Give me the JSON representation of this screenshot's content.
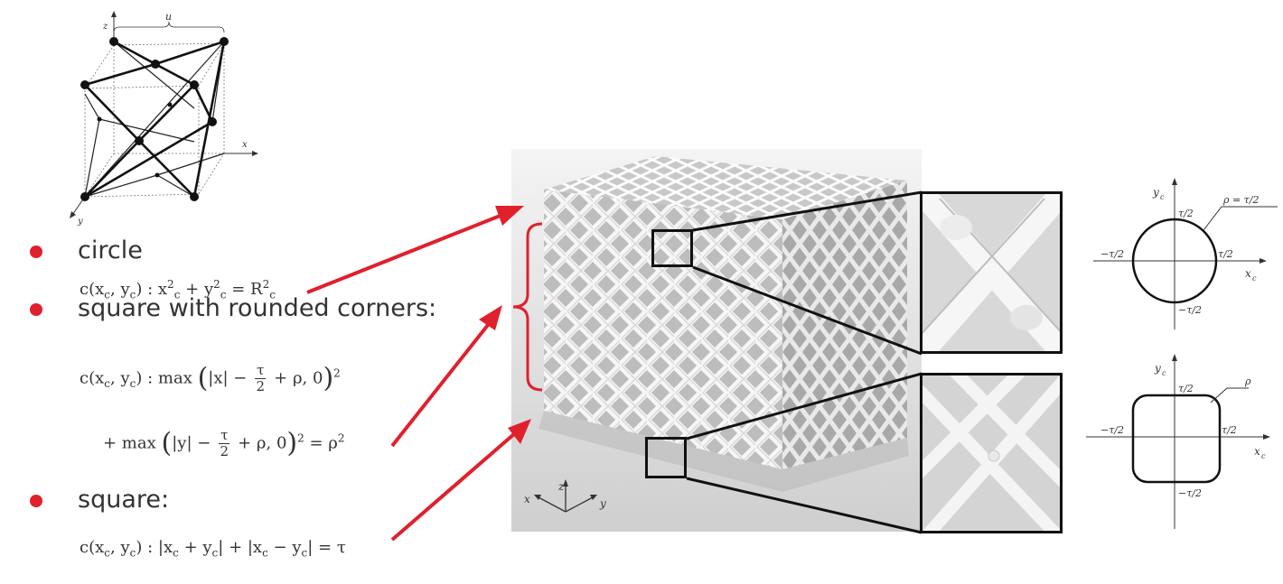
{
  "bullets": [
    {
      "label": "circle"
    },
    {
      "label": "square with rounded corners:"
    },
    {
      "label": "square:"
    }
  ],
  "formulas": {
    "circle": {
      "lhs": "c(x",
      "sub1": "c",
      "mid": ", y",
      "sub2": "c",
      "colon": ") : x",
      "sub3": "c",
      "sup3": "2",
      "plus": " + y",
      "sub4": "c",
      "sup4": "2",
      "eq": " = R",
      "sub5": "c",
      "sup5": "2"
    },
    "rounded": {
      "line1_prefix": "c(x",
      "line1_sub1": "c",
      "line1_mid": ", y",
      "line1_sub2": "c",
      "line1_max": ") : max",
      "line1_abs": "|x| −",
      "frac_num": "τ",
      "frac_den": "2",
      "line1_tail": "+ ρ, 0",
      "exp": "2",
      "line2_plus": "+ max",
      "line2_abs": "|y| −",
      "line2_tail": "+ ρ, 0",
      "line2_eq": "= ρ",
      "line2_exp": "2"
    },
    "square": {
      "text_a": "c(x",
      "sub1": "c",
      "text_b": ", y",
      "sub2": "c",
      "text_c": ") : |x",
      "sub3": "c",
      "text_d": " + y",
      "sub4": "c",
      "text_e": "| + |x",
      "sub5": "c",
      "text_f": " − y",
      "sub6": "c",
      "text_g": "| = τ"
    }
  },
  "unit_cell": {
    "axis_z": "z",
    "axis_x": "x",
    "axis_y": "y",
    "dimension": "u"
  },
  "lattice_axes": {
    "z": "z",
    "x": "x",
    "y": "y"
  },
  "circle_section": {
    "y_axis": "y",
    "y_sub": "c",
    "x_axis": "x",
    "x_sub": "c",
    "top": "τ/2",
    "right": "τ/2",
    "left": "−τ/2",
    "bottom": "−τ/2",
    "rho_label": "ρ = τ/2"
  },
  "rounded_section": {
    "y_axis": "y",
    "y_sub": "c",
    "x_axis": "x",
    "x_sub": "c",
    "top": "τ/2",
    "right": "τ/2",
    "left": "−τ/2",
    "bottom": "−τ/2",
    "rho_label": "ρ"
  },
  "colors": {
    "accent": "#e0202c",
    "text": "#333333",
    "lattice_bg": "#dcdcdc",
    "strut": "#f5f5f5"
  }
}
